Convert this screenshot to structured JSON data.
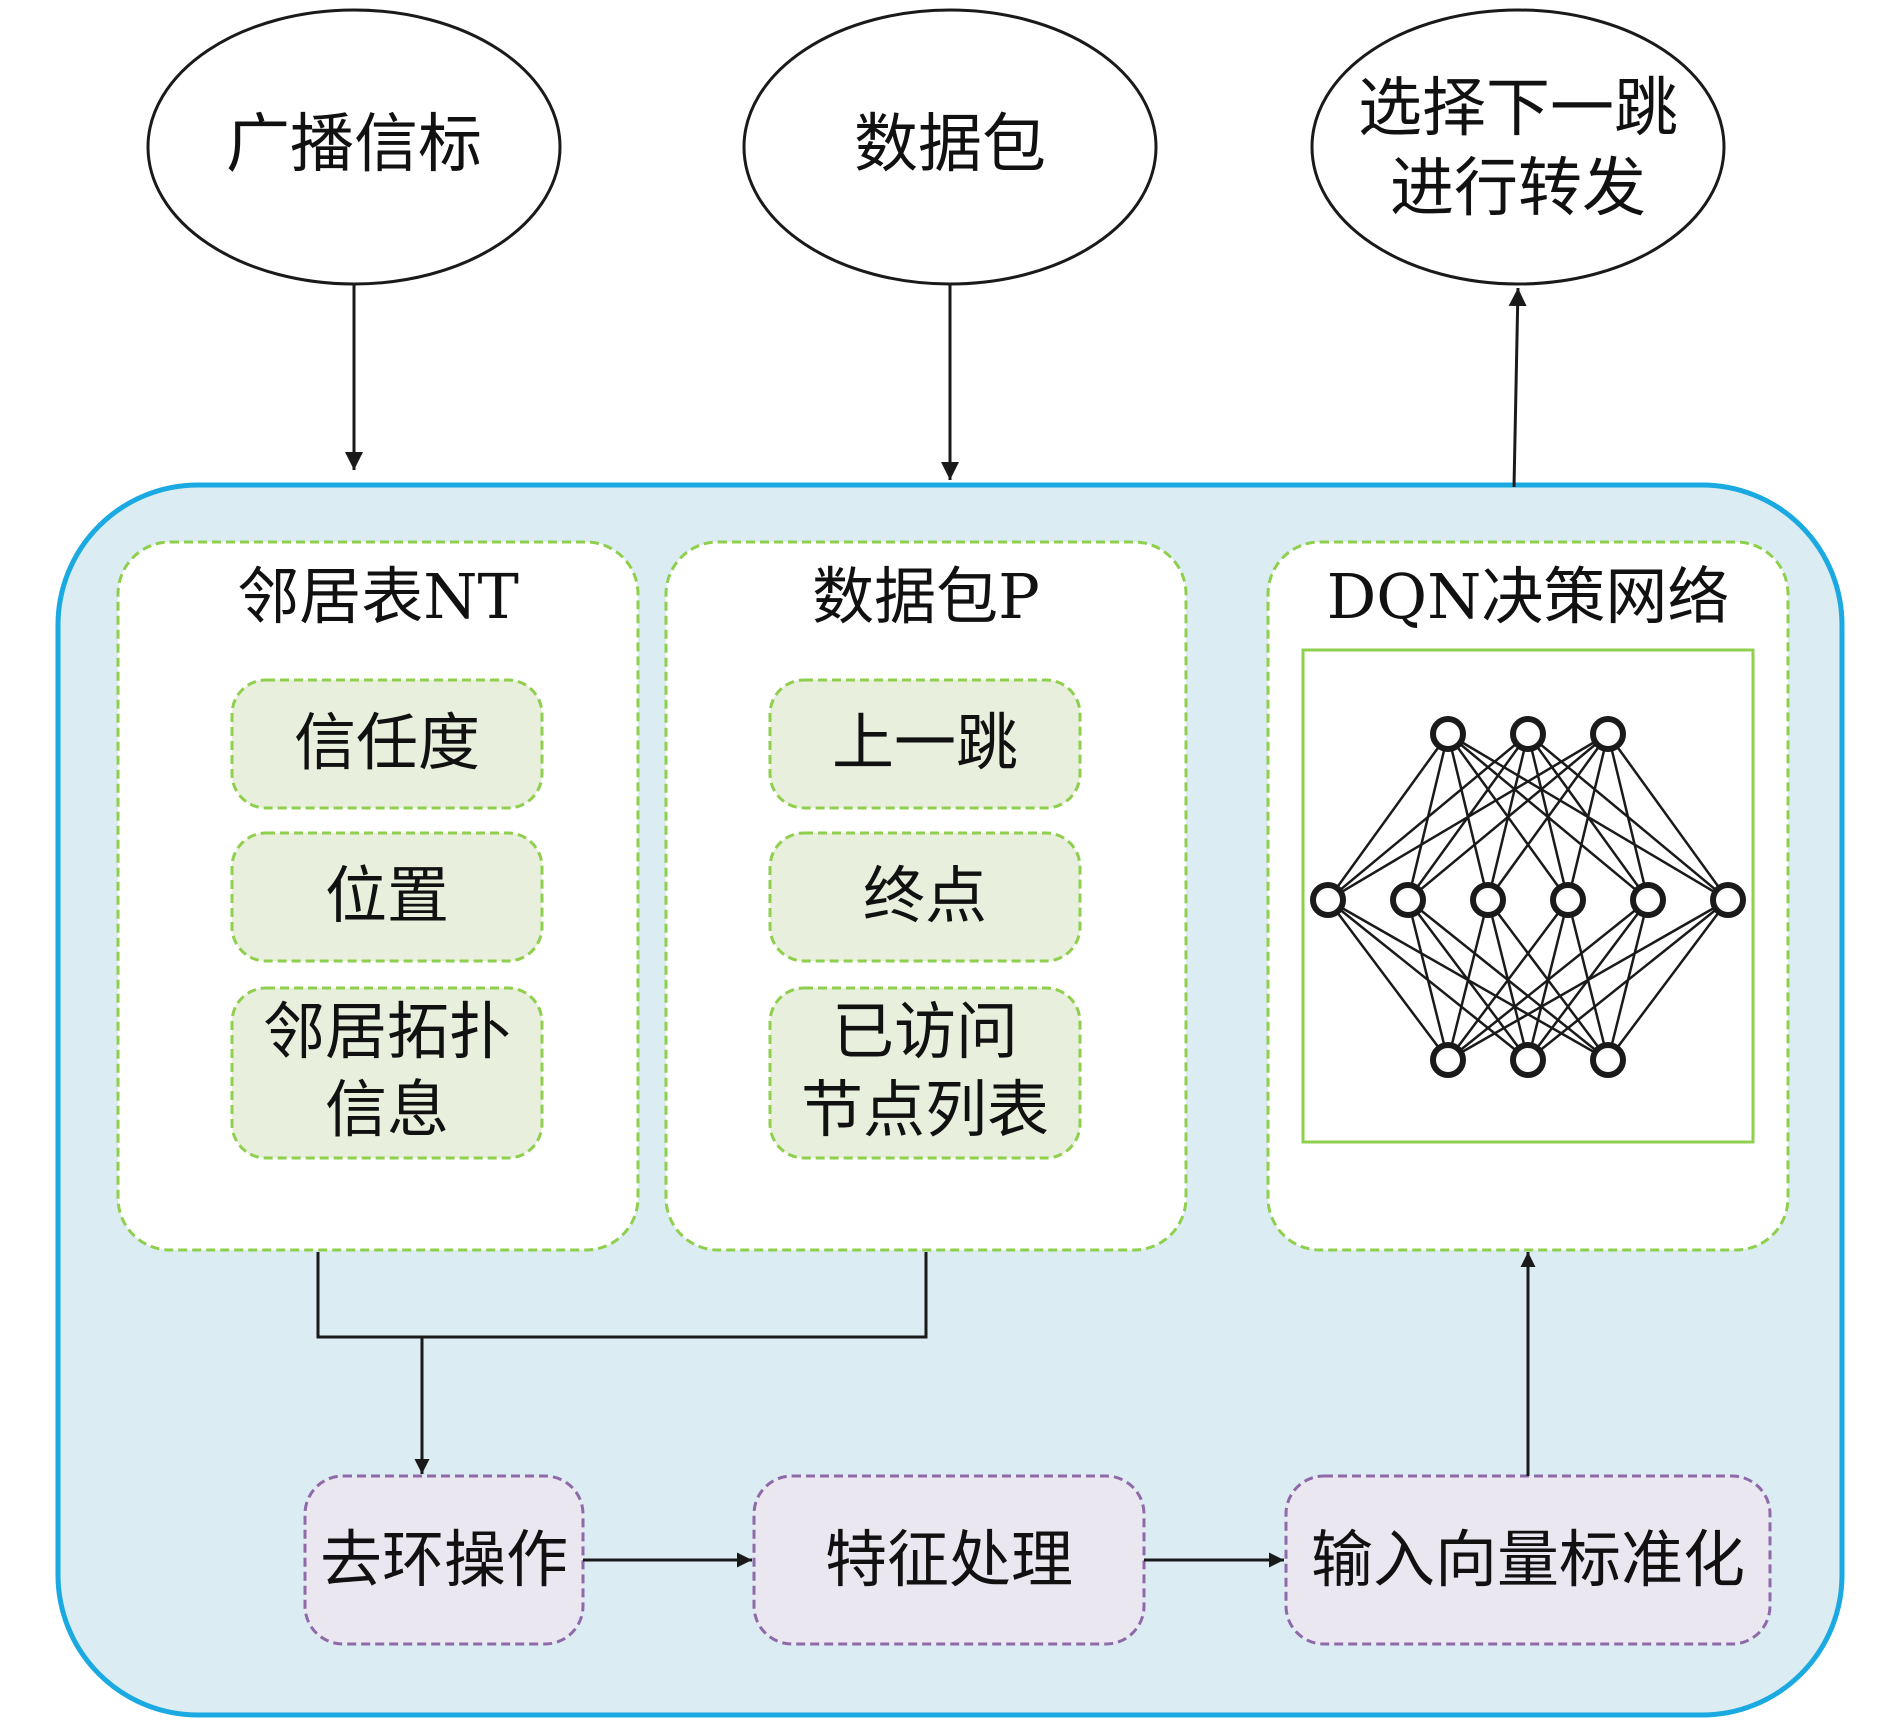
{
  "inputs": {
    "beacon": "广播信标",
    "packet": "数据包"
  },
  "output": {
    "line1": "选择下一跳",
    "line2": "进行转发"
  },
  "neighbor_table": {
    "title": "邻居表NT",
    "fields": [
      "信任度",
      "位置",
      "邻居拓扑",
      "信息"
    ]
  },
  "packet_p": {
    "title": "数据包P",
    "fields": [
      "上一跳",
      "终点",
      "已访问",
      "节点列表"
    ]
  },
  "dqn": {
    "title": "DQN决策网络",
    "layers": [
      3,
      6,
      3
    ]
  },
  "pipeline": [
    "去环操作",
    "特征处理",
    "输入向量标准化"
  ],
  "colors": {
    "outer_fill": "#dbecf3",
    "outer_border": "#1aa9e0",
    "panel_border": "#8fcf4e",
    "field_fill": "#e8efdc",
    "step_fill": "#ebe7f0",
    "step_border": "#8e6aa8",
    "stroke": "#1a1a1a"
  }
}
